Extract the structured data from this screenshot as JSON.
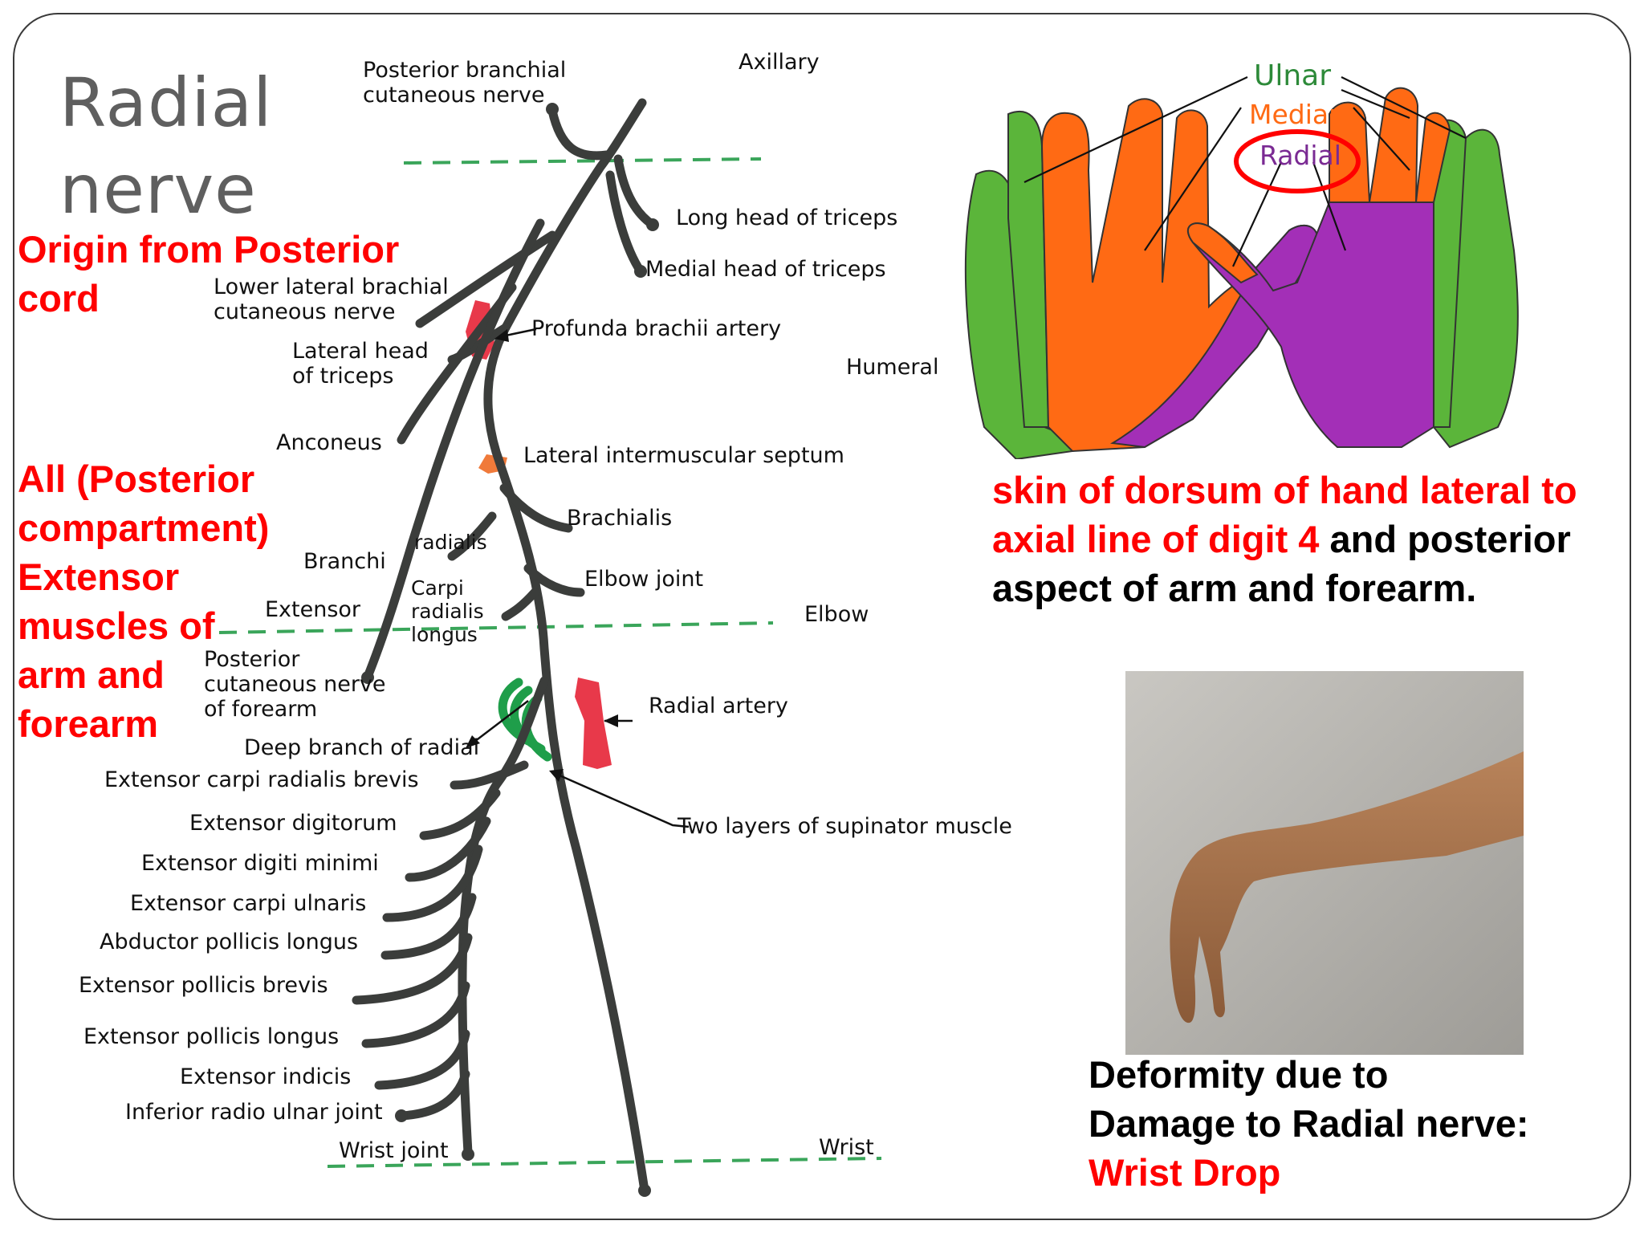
{
  "title": {
    "line1": "Radial",
    "line2": "nerve"
  },
  "left_notes": {
    "origin": [
      "Origin from Posterior",
      "cord"
    ],
    "supply": [
      "All (Posterior",
      "compartment)",
      "Extensor",
      "muscles of",
      "arm and",
      "forearm"
    ]
  },
  "diagram_labels": {
    "posterior_brachial": [
      "Posterior branchial",
      "cutaneous nerve"
    ],
    "axillary": "Axillary",
    "long_head": "Long head of triceps",
    "medial_head": "Medial head of triceps",
    "lower_lateral": [
      "Lower lateral brachial",
      "cutaneous nerve"
    ],
    "profunda": "Profunda brachii artery",
    "lateral_head": [
      "Lateral head",
      "of triceps"
    ],
    "humeral": "Humeral",
    "anconeus": "Anconeus",
    "septum": "Lateral intermuscular septum",
    "brachialis": "Brachialis",
    "radialis": "radialis",
    "branchi": "Branchi",
    "elbow_joint": "Elbow joint",
    "carpi": [
      "Carpi",
      "radialis",
      "longus"
    ],
    "extensor": "Extensor",
    "elbow": "Elbow",
    "post_cut_forearm": [
      "Posterior",
      "cutaneous nerve",
      "of forearm"
    ],
    "radial_artery": "Radial artery",
    "deep_branch": "Deep branch of radial",
    "ecrb": "Extensor carpi radialis brevis",
    "supinator": "Two layers of supinator muscle",
    "ed": "Extensor digitorum",
    "edm": "Extensor digiti minimi",
    "ecu": "Extensor carpi ulnaris",
    "apl": "Abductor pollicis longus",
    "epb": "Extensor pollicis brevis",
    "epl": "Extensor pollicis longus",
    "ei": "Extensor indicis",
    "irj": "Inferior radio ulnar joint",
    "wrist_joint": "Wrist joint",
    "wrist": "Wrist"
  },
  "hand_labels": {
    "ulnar": "Ulnar",
    "median": "Median",
    "radial": "Radial"
  },
  "sensory_text": {
    "red_line1": "skin of dorsum of hand lateral to",
    "red_line2": "axial line of digit 4",
    "black_tail": " and posterior",
    "black_line3": "aspect of arm and forearm."
  },
  "deformity": {
    "line1": "Deformity due to",
    "line2": "Damage to Radial nerve:",
    "line3": "Wrist Drop"
  },
  "colors": {
    "title_gray": "#5f5f5f",
    "accent_red": "#ff0000",
    "nerve": "#3b3d3b",
    "ulnar_green": "#5bb53a",
    "median_orange": "#ff6a14",
    "radial_purple": "#a32fb7",
    "artery_red": "#e8394a",
    "supinator_green": "#1f9e4a",
    "septum_orange": "#f07a3a",
    "guide_green": "#3aa55a"
  }
}
